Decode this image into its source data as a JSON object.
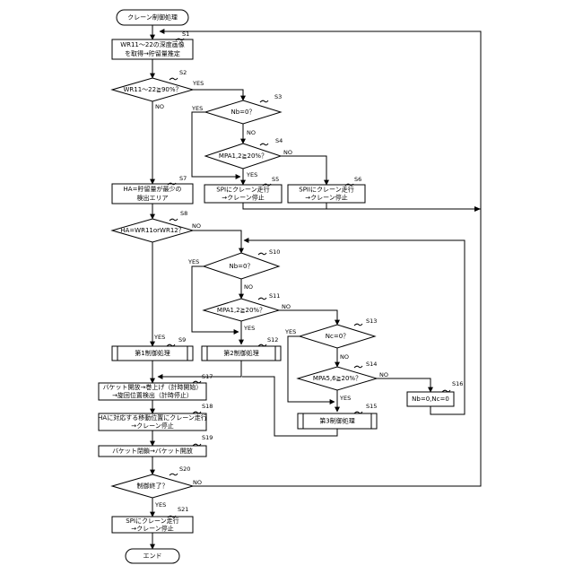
{
  "flowchart": {
    "start": "クレーン制御処理",
    "end": "エンド",
    "yes": "YES",
    "no": "NO",
    "steps": {
      "s1": {
        "id": "S1",
        "lines": [
          "WR11～22の深度画像",
          "を取得→貯留量推定"
        ]
      },
      "s2": {
        "id": "S2",
        "lines": [
          "WR11～22≧90%？"
        ]
      },
      "s3": {
        "id": "S3",
        "lines": [
          "Nb=0？"
        ]
      },
      "s4": {
        "id": "S4",
        "lines": [
          "MPA1,2≧20%？"
        ]
      },
      "s5": {
        "id": "S5",
        "lines": [
          "SPIにクレーン走行",
          "→クレーン停止"
        ]
      },
      "s6": {
        "id": "S6",
        "lines": [
          "SPIIにクレーン走行",
          "→クレーン停止"
        ]
      },
      "s7": {
        "id": "S7",
        "lines": [
          "HA=貯留量が最少の",
          "検出エリア"
        ]
      },
      "s8": {
        "id": "S8",
        "lines": [
          "HA=WR11orWR12？"
        ]
      },
      "s9": {
        "id": "S9",
        "lines": [
          "第1制御処理"
        ]
      },
      "s10": {
        "id": "S10",
        "lines": [
          "Nb=0？"
        ]
      },
      "s11": {
        "id": "S11",
        "lines": [
          "MPA1,2≧20%？"
        ]
      },
      "s12": {
        "id": "S12",
        "lines": [
          "第2制御処理"
        ]
      },
      "s13": {
        "id": "S13",
        "lines": [
          "Nc=0？"
        ]
      },
      "s14": {
        "id": "S14",
        "lines": [
          "MPA5,6≧20%？"
        ]
      },
      "s15": {
        "id": "S15",
        "lines": [
          "第3制御処理"
        ]
      },
      "s16": {
        "id": "S16",
        "lines": [
          "Nb=0,Nc=0"
        ]
      },
      "s17": {
        "id": "S17",
        "lines": [
          "バケット開放→巻上げ（計時開始）",
          "→旋回位置検出（計時停止）"
        ]
      },
      "s18": {
        "id": "S18",
        "lines": [
          "HAに対応する移動位置にクレーン走行",
          "→クレーン停止"
        ]
      },
      "s19": {
        "id": "S19",
        "lines": [
          "バケット閉鎖→バケット開放"
        ]
      },
      "s20": {
        "id": "S20",
        "lines": [
          "制御終了？"
        ]
      },
      "s21": {
        "id": "S21",
        "lines": [
          "SPIにクレーン走行",
          "→クレーン停止"
        ]
      }
    }
  }
}
